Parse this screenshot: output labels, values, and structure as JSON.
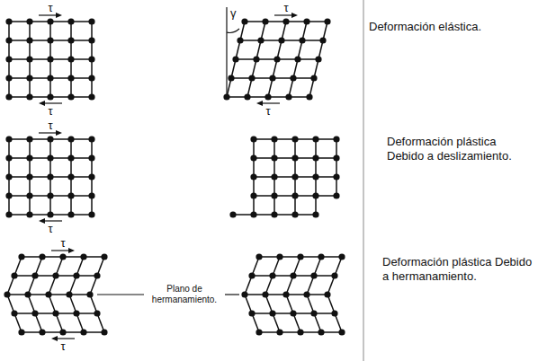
{
  "diagram": {
    "labels": [
      "τ",
      "τ",
      "γ",
      "Deformación elástica.",
      "τ",
      "τ",
      "τ",
      "Deformación plástica Debido a deslizamiento.",
      "τ",
      "τ",
      "Plano de hermanamiento.",
      "Deformación plástica Debido a hermanamiento.",
      "τ"
    ]
  }
}
